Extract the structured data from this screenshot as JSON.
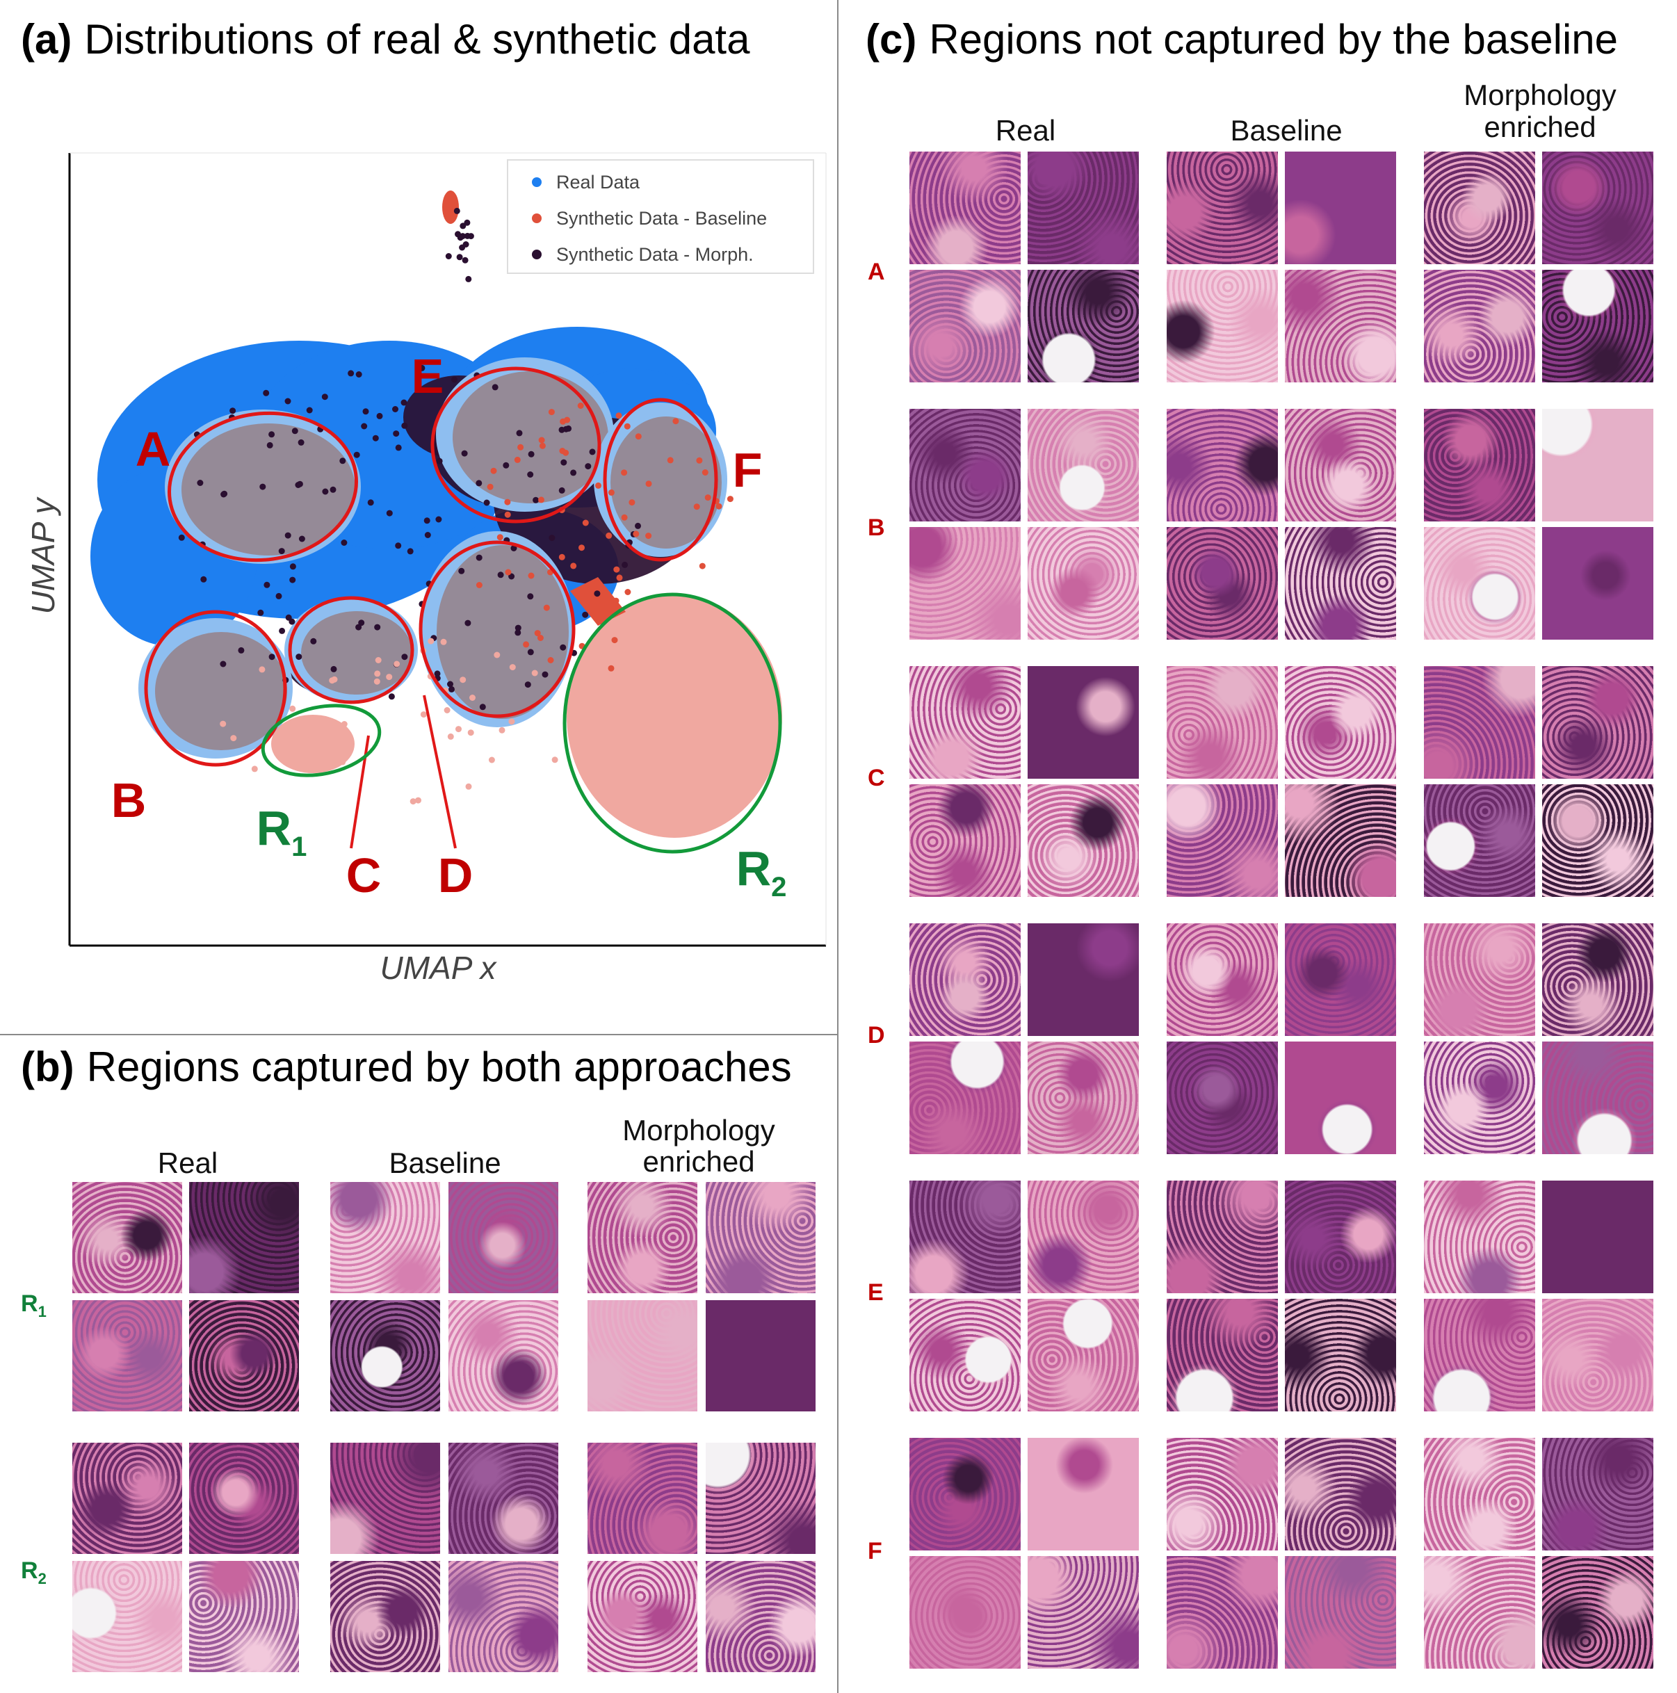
{
  "panels": {
    "a": {
      "letter": "(a)",
      "title": "Distributions of real & synthetic data"
    },
    "b": {
      "letter": "(b)",
      "title": "Regions captured by both approaches"
    },
    "c": {
      "letter": "(c)",
      "title": "Regions not captured by the baseline"
    }
  },
  "scatter": {
    "xlabel": "UMAP x",
    "ylabel": "UMAP y",
    "legend": [
      {
        "label": "Real Data",
        "color": "#1e7ff0"
      },
      {
        "label": "Synthetic Data - Baseline",
        "color": "#e0503a"
      },
      {
        "label": "Synthetic Data - Morph.",
        "color": "#2a0f30"
      }
    ],
    "cluster_colors": {
      "real_light": "#8ebef0",
      "morph_overlap": "#958a97",
      "baseline_overlap": "#f0a8a0"
    },
    "region_colors": {
      "not_captured": "#e01818",
      "captured": "#129a3a",
      "label_red": "#c00000",
      "label_green": "#11803a"
    },
    "regions": [
      {
        "label": "A",
        "sub": ""
      },
      {
        "label": "B",
        "sub": ""
      },
      {
        "label": "C",
        "sub": ""
      },
      {
        "label": "D",
        "sub": ""
      },
      {
        "label": "E",
        "sub": ""
      },
      {
        "label": "F",
        "sub": ""
      },
      {
        "label": "R",
        "sub": "1"
      },
      {
        "label": "R",
        "sub": "2"
      }
    ]
  },
  "columns": {
    "real": "Real",
    "baseline": "Baseline",
    "morph_line1": "Morphology",
    "morph_line2": "enriched"
  },
  "rows_b": [
    {
      "label": "R",
      "sub": "1",
      "color": "#11803a"
    },
    {
      "label": "R",
      "sub": "2",
      "color": "#11803a"
    }
  ],
  "rows_c": [
    {
      "label": "A",
      "color": "#c00000"
    },
    {
      "label": "B",
      "color": "#c00000"
    },
    {
      "label": "C",
      "color": "#c00000"
    },
    {
      "label": "D",
      "color": "#c00000"
    },
    {
      "label": "E",
      "color": "#c00000"
    },
    {
      "label": "F",
      "color": "#c00000"
    }
  ],
  "tissue_palette": [
    "#b04a90",
    "#d67fb0",
    "#6a2a68",
    "#e8a6c4",
    "#8d3c8a",
    "#c7659e",
    "#f2c9dc",
    "#3a1a3c",
    "#9b5a9a",
    "#e5b0c8"
  ]
}
